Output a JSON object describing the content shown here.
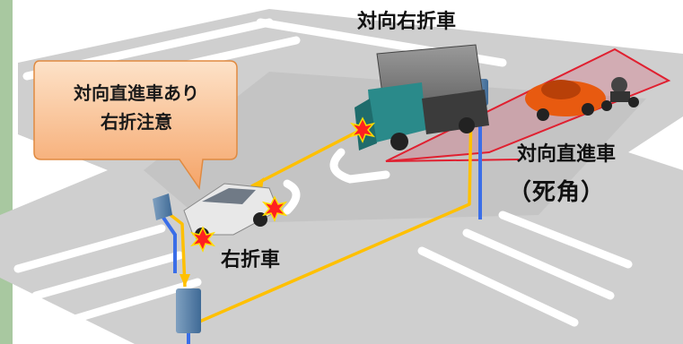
{
  "labels": {
    "oncoming_right_turn": "対向右折車",
    "oncoming_straight": "対向直進車",
    "blind_spot": "（死角）",
    "right_turn_car": "右折車"
  },
  "callout": {
    "line1": "対向直進車あり",
    "line2": "右折注意"
  },
  "colors": {
    "road": "#c9c9c9",
    "lane_mark": "#ffffff",
    "signal_line": "#ffc000",
    "pole": "#3a6ee8",
    "blind_zone": "#e03050",
    "callout_fill": "#f7b27a",
    "collision": "#ff2020"
  },
  "icons": [
    "sensor-box",
    "truck",
    "white-car",
    "orange-car",
    "motorcycle",
    "collision-burst"
  ]
}
